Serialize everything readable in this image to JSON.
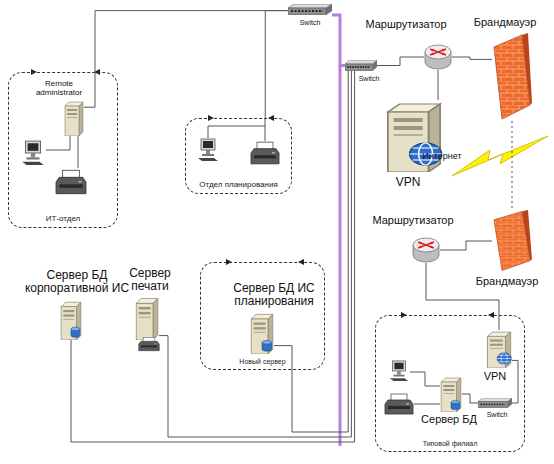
{
  "diagram": {
    "nodes": [
      {
        "text": [
          "Switch"
        ]
      },
      {
        "text": [
          "ИТ-отдел"
        ]
      },
      {
        "text": [
          "Remote administrator"
        ],
        "in": 1
      },
      {
        "text": [
          "Маршрутизатор"
        ]
      },
      {
        "text": [
          "Брандмауэр"
        ]
      },
      {
        "text": [
          "Switch"
        ]
      },
      {
        "text": [
          "Отдел планирования"
        ]
      },
      {
        "text": [
          "VPN"
        ]
      },
      {
        "text": [
          "Маршрутизатор"
        ]
      },
      {
        "text": [
          "Брандмауэр"
        ]
      },
      {
        "text": [
          "Сервер БД корпоративной ИС"
        ]
      },
      {
        "text": [
          "Сервер печати"
        ]
      },
      {
        "text": [
          "Новый сервер"
        ]
      },
      {
        "text": [
          "Сервер БД ИС планирования"
        ],
        "in": 12
      },
      {
        "text": [
          "Типовой филиал"
        ]
      },
      {
        "text": [
          "VPN"
        ],
        "in": 14
      },
      {
        "text": [
          "Сервер БД"
        ],
        "in": 14
      },
      {
        "text": [
          "Switch"
        ],
        "in": 14
      }
    ],
    "edges": [
      {
        "from": 2,
        "to": 0,
        "arrow": "none"
      },
      {
        "from": 0,
        "to": 6,
        "arrow": "none"
      },
      {
        "from": 0,
        "to": 5,
        "arrow": "none"
      },
      {
        "from": 5,
        "to": 3,
        "arrow": "none"
      },
      {
        "from": 3,
        "to": 4,
        "arrow": "none"
      },
      {
        "from": 3,
        "to": 7,
        "arrow": "none"
      },
      {
        "from": 4,
        "to": 9,
        "label": "Интернет",
        "arrow": "none"
      },
      {
        "from": 9,
        "to": 8,
        "arrow": "none"
      },
      {
        "from": 8,
        "to": 15,
        "arrow": "none"
      },
      {
        "from": 5,
        "to": 10,
        "arrow": "none"
      },
      {
        "from": 5,
        "to": 11,
        "arrow": "none"
      },
      {
        "from": 5,
        "to": 13,
        "arrow": "none"
      },
      {
        "from": 15,
        "to": 17,
        "arrow": "none"
      },
      {
        "from": 16,
        "to": 17,
        "arrow": "none"
      }
    ]
  }
}
